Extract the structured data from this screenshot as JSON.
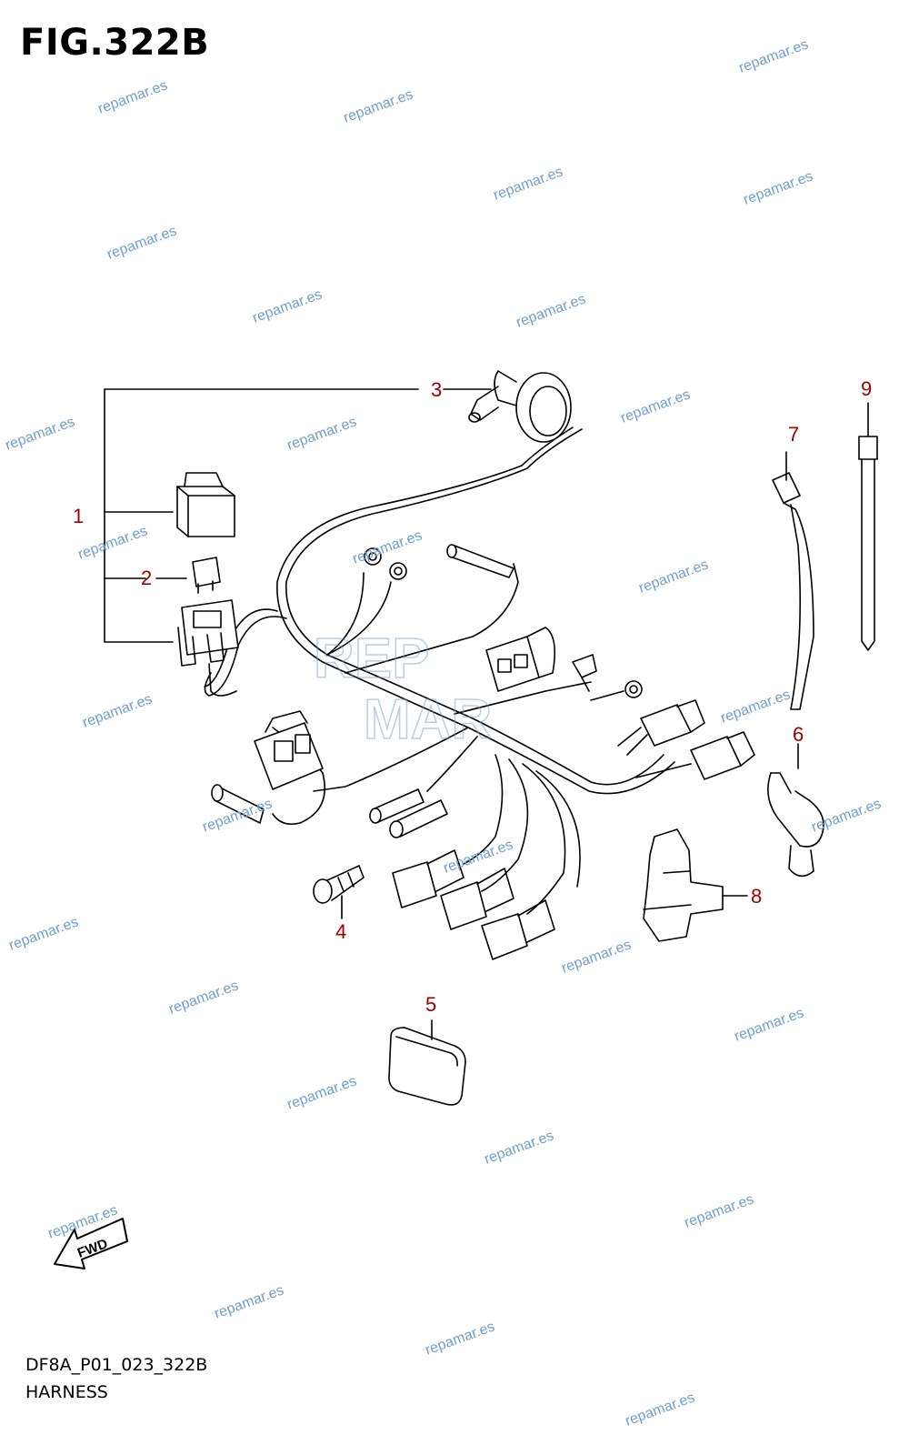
{
  "figure": {
    "title": "FIG.322B",
    "code": "DF8A_P01_023_322B",
    "name": "HARNESS"
  },
  "callouts": [
    "1",
    "2",
    "3",
    "4",
    "5",
    "6",
    "7",
    "8",
    "9"
  ],
  "watermark": {
    "text": "repamar.es",
    "logo_line1": "REP",
    "logo_line2": "MAR"
  },
  "direction_label": "FWD",
  "colors": {
    "callout": "#a00000",
    "watermark": "#6f9fcf",
    "line": "#000000"
  }
}
